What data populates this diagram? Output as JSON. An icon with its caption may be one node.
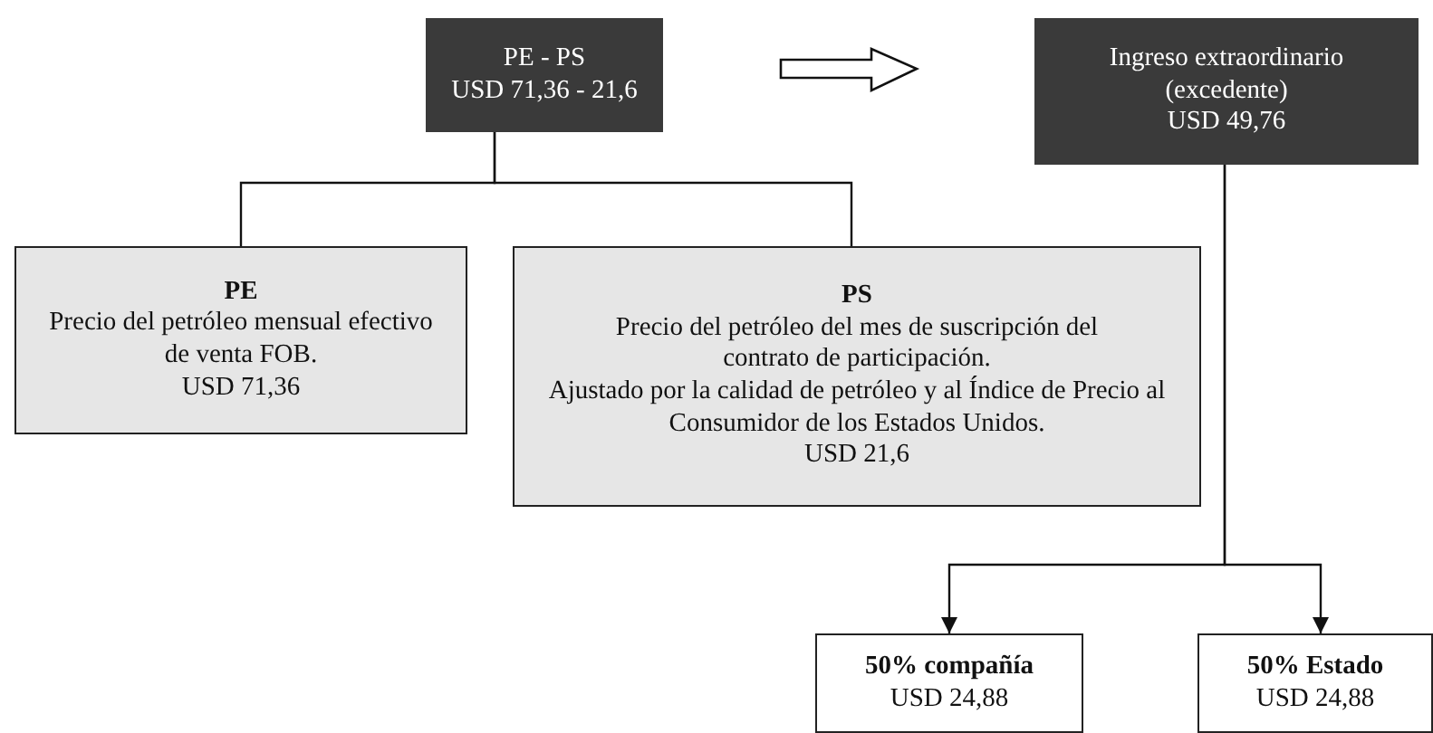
{
  "diagram": {
    "nodes": [
      {
        "text": [
          "PE - PS",
          "USD 71,36 - 21,6"
        ]
      },
      {
        "text": [
          "Ingreso extraordinario (excedente)",
          "USD 49,76"
        ]
      },
      {
        "text": [
          "PE",
          "Precio del petróleo mensual efectivo de venta FOB.",
          "USD 71,36"
        ]
      },
      {
        "text": [
          "PS",
          "Precio del petróleo del mes de suscripción del contrato de participación.",
          "Ajustado por la calidad de petróleo y al Índice de Precio al Consumidor de los Estados Unidos.",
          "USD 21,6"
        ]
      },
      {
        "text": [
          "50% compañía",
          "USD 24,88"
        ]
      },
      {
        "text": [
          "50% Estado",
          "USD 24,88"
        ]
      }
    ],
    "edges": [
      {
        "from": 0,
        "to": 1,
        "arrow": "to",
        "style": "thick"
      },
      {
        "from": 0,
        "to": 2,
        "arrow": "none"
      },
      {
        "from": 0,
        "to": 3,
        "arrow": "none"
      },
      {
        "from": 1,
        "to": 4,
        "arrow": "to"
      },
      {
        "from": 1,
        "to": 5,
        "arrow": "to"
      }
    ]
  }
}
